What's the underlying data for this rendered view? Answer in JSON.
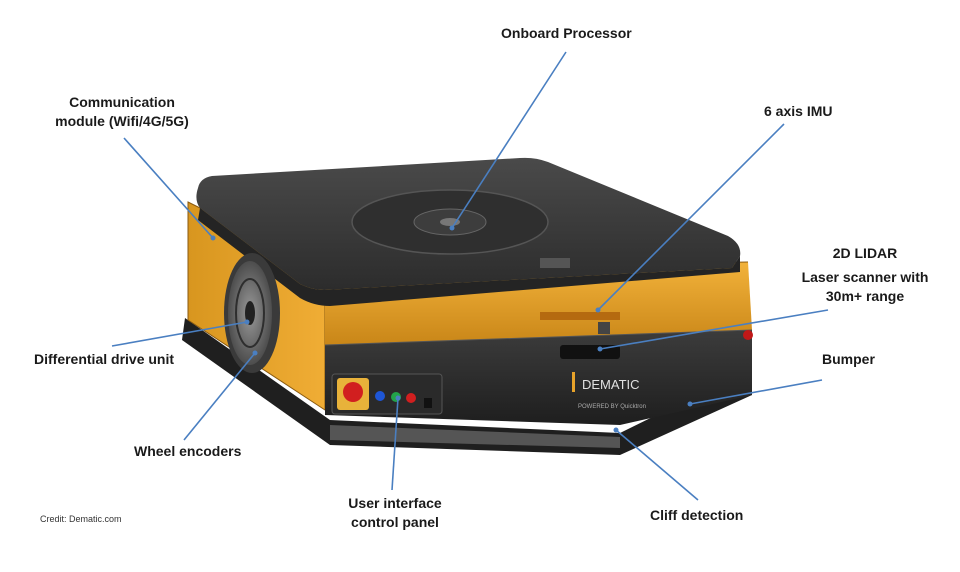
{
  "labels": {
    "onboard_processor": "Onboard Processor",
    "communication_line1": "Communication",
    "communication_line2": "module (Wifi/4G/5G)",
    "imu": "6 axis IMU",
    "lidar_title": "2D LIDAR",
    "lidar_line1": "Laser scanner with",
    "lidar_line2": "30m+ range",
    "differential_drive": "Differential drive unit",
    "bumper": "Bumper",
    "wheel_encoders": "Wheel encoders",
    "ui_line1": "User interface",
    "ui_line2": "control panel",
    "cliff_detection": "Cliff detection"
  },
  "robot": {
    "brand": "DEMATIC",
    "sub_brand": "POWERED BY Quicktron"
  },
  "credit": "Credit: Dematic.com",
  "colors": {
    "leader_line": "#4a7fc1",
    "body_orange": "#e8a32a",
    "top_plate": "#3a3a3a",
    "base": "#2b2b2b",
    "stop_button": "#d11f1f"
  }
}
